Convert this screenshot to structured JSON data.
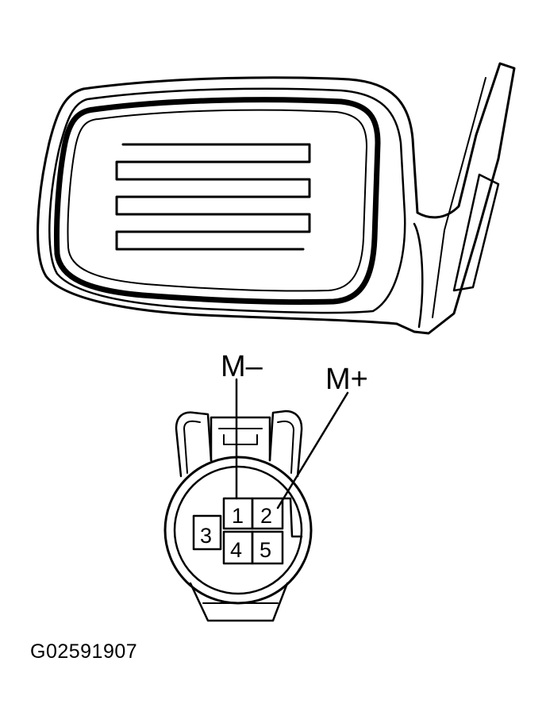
{
  "labels": {
    "m_minus": "M–",
    "m_plus": "M+"
  },
  "pins": [
    "1",
    "2",
    "3",
    "4",
    "5"
  ],
  "figure_code": "G02591907",
  "colors": {
    "line": "#000000",
    "background": "#ffffff"
  }
}
